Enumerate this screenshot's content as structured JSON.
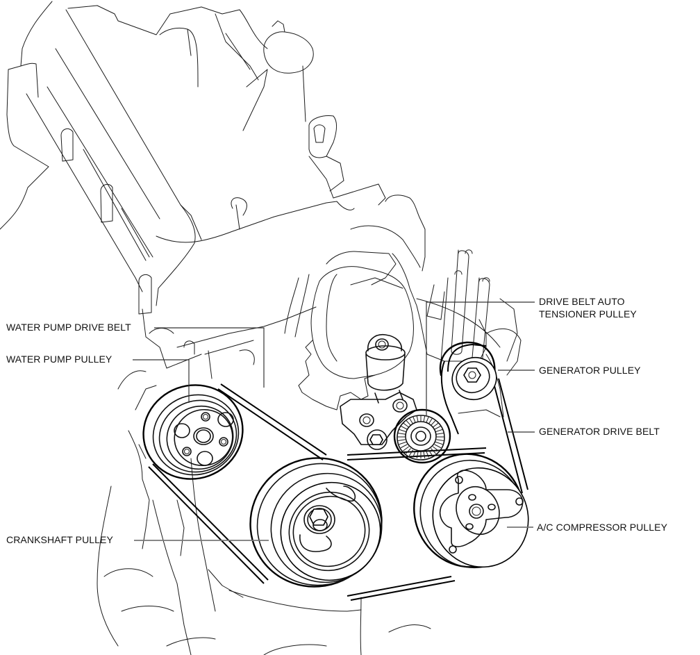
{
  "diagram": {
    "subject": "Engine front drive belt layout",
    "labels": {
      "water_pump_drive_belt": "WATER PUMP DRIVE BELT",
      "water_pump_pulley": "WATER PUMP PULLEY",
      "crankshaft_pulley": "CRANKSHAFT PULLEY",
      "drive_belt_auto_tensioner_pulley_line1": "DRIVE BELT AUTO",
      "drive_belt_auto_tensioner_pulley_line2": "TENSIONER PULLEY",
      "generator_pulley": "GENERATOR PULLEY",
      "generator_drive_belt": "GENERATOR DRIVE BELT",
      "ac_compressor_pulley": "A/C COMPRESSOR PULLEY"
    },
    "components": [
      "water-pump-pulley",
      "crankshaft-pulley",
      "drive-belt-auto-tensioner",
      "generator-pulley",
      "ac-compressor-pulley",
      "water-pump-drive-belt",
      "generator-drive-belt"
    ],
    "colors": {
      "line": "#000000",
      "leader": "#333333",
      "background": "#ffffff"
    }
  }
}
